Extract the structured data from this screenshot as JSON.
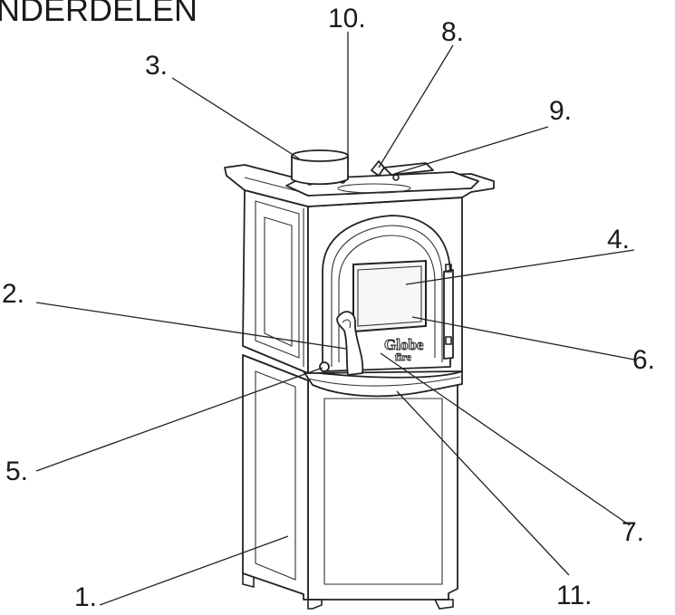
{
  "heading": "NDERDELEN",
  "callouts": {
    "c1": "1.",
    "c2": "2.",
    "c3": "3.",
    "c4": "4.",
    "c5": "5.",
    "c6": "6.",
    "c7": "7.",
    "c8": "8.",
    "c9": "9.",
    "c10": "10.",
    "c11": "11."
  },
  "logo_text": "Globe fire"
}
